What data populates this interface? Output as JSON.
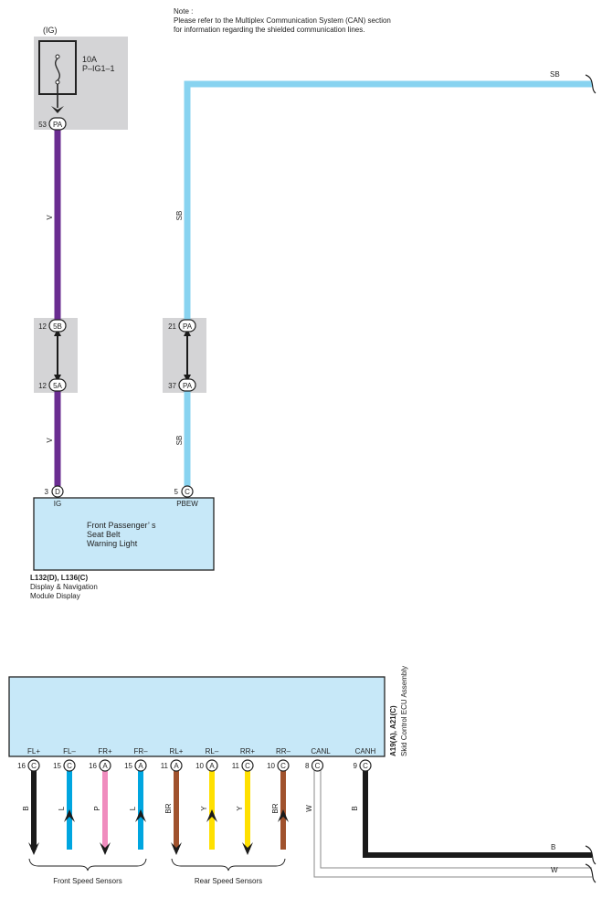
{
  "note": {
    "line1": "Note :",
    "line2": "Please refer to the Multiplex Communication System (CAN) section",
    "line3": "for information regarding the shielded communication lines."
  },
  "fuse": {
    "power_label": "(IG)",
    "rating": "10A",
    "name": "P–IG1–1"
  },
  "connectors": {
    "c1": {
      "pin": "53",
      "code": "PA"
    },
    "c2": {
      "pin": "12",
      "code": "5B"
    },
    "c3": {
      "pin": "12",
      "code": "5A"
    },
    "c4": {
      "pin": "21",
      "code": "PA"
    },
    "c5": {
      "pin": "37",
      "code": "PA"
    },
    "c6": {
      "pin": "3",
      "code": "D"
    },
    "c7": {
      "pin": "5",
      "code": "C"
    }
  },
  "wires": {
    "v_upper": "V",
    "v_lower": "V",
    "sb_top": "SB",
    "sb_mid": "SB",
    "sb_lower": "SB"
  },
  "display": {
    "term_ig": "IG",
    "term_pbew": "PBEW",
    "text1": "Front Passenger’ s",
    "text2": "Seat Belt",
    "text3": "Warning Light",
    "code": "L132(D), L136(C)",
    "name1": "Display & Navigation",
    "name2": "Module Display"
  },
  "ecu": {
    "code": "A19(A), A21(C)",
    "name": "Skid Control ECU Assembly",
    "pins": [
      {
        "term": "FL+",
        "pin": "16",
        "conn": "C",
        "wire": "B"
      },
      {
        "term": "FL–",
        "pin": "15",
        "conn": "C",
        "wire": "L"
      },
      {
        "term": "FR+",
        "pin": "16",
        "conn": "A",
        "wire": "P"
      },
      {
        "term": "FR–",
        "pin": "15",
        "conn": "A",
        "wire": "L"
      },
      {
        "term": "RL+",
        "pin": "11",
        "conn": "A",
        "wire": "BR"
      },
      {
        "term": "RL–",
        "pin": "10",
        "conn": "A",
        "wire": "Y"
      },
      {
        "term": "RR+",
        "pin": "11",
        "conn": "C",
        "wire": "Y"
      },
      {
        "term": "RR–",
        "pin": "10",
        "conn": "C",
        "wire": "BR"
      },
      {
        "term": "CANL",
        "pin": "8",
        "conn": "C",
        "wire": "W"
      },
      {
        "term": "CANH",
        "pin": "9",
        "conn": "C",
        "wire": "B"
      }
    ],
    "canh_end": "B",
    "canl_end": "W",
    "front_group": "Front Speed Sensors",
    "rear_group": "Rear Speed Sensors"
  },
  "colors": {
    "violet": "#6a2d91",
    "sky_blue": "#88d3f0",
    "blue": "#00a6e0",
    "pink": "#f08cbe",
    "yellow": "#ffe000",
    "brown": "#a0522d",
    "black": "#1a1a1a",
    "white_wire": "#8a8a8a",
    "box_fill": "#c7e8f8",
    "junction_fill": "#d4d4d6"
  }
}
